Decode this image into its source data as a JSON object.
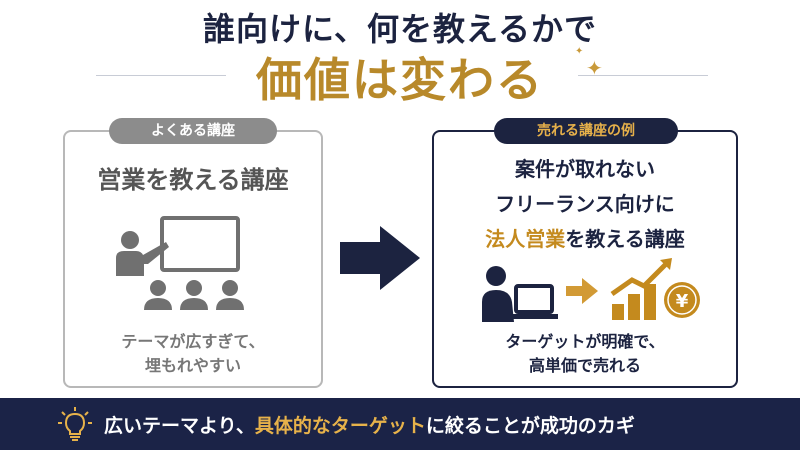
{
  "header": {
    "title_line1": "誰向けに、何を教えるかで",
    "title_line2": "価値は変わる"
  },
  "left_card": {
    "tag": "よくある講座",
    "title": "営業を教える講座",
    "caption_line1": "テーマが広すぎて、",
    "caption_line2": "埋もれやすい"
  },
  "right_card": {
    "tag": "売れる講座の例",
    "line1": "案件が取れない",
    "line2": "フリーランス向けに",
    "line3_highlight": "法人営業",
    "line3_rest": "を教える講座",
    "caption_line1": "ターゲットが明確で、",
    "caption_line2": "高単価で売れる",
    "coin_symbol": "¥"
  },
  "footer": {
    "part1": "広いテーマより、",
    "highlight": "具体的なターゲット",
    "part2": "に絞ることが成功のカギ"
  },
  "colors": {
    "navy": "#1c2340",
    "gold": "#c48a1e",
    "gray": "#8c8c8c"
  }
}
